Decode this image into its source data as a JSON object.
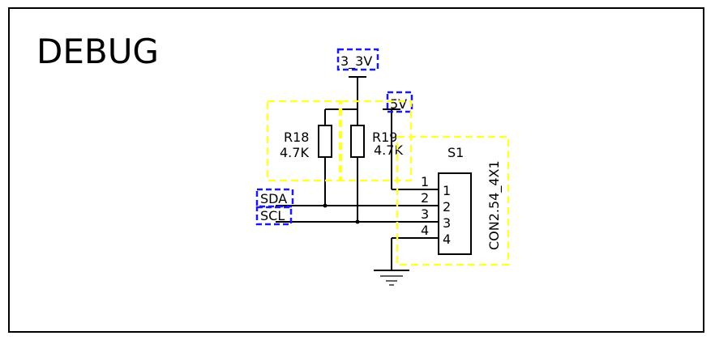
{
  "title": "DEBUG",
  "power": {
    "v33": "3_3V",
    "v5": "5V"
  },
  "resistors": [
    {
      "ref": "R18",
      "value": "4.7K"
    },
    {
      "ref": "R19",
      "value": "4.7K"
    }
  ],
  "nets": {
    "sda": "SDA",
    "scl": "SCL"
  },
  "connector": {
    "ref": "S1",
    "part": "CON2.54_4X1",
    "pins": [
      "1",
      "2",
      "3",
      "4"
    ]
  },
  "colors": {
    "highlight_yellow": "#ffff33",
    "highlight_blue": "#1a1aee",
    "ink": "#000000"
  }
}
